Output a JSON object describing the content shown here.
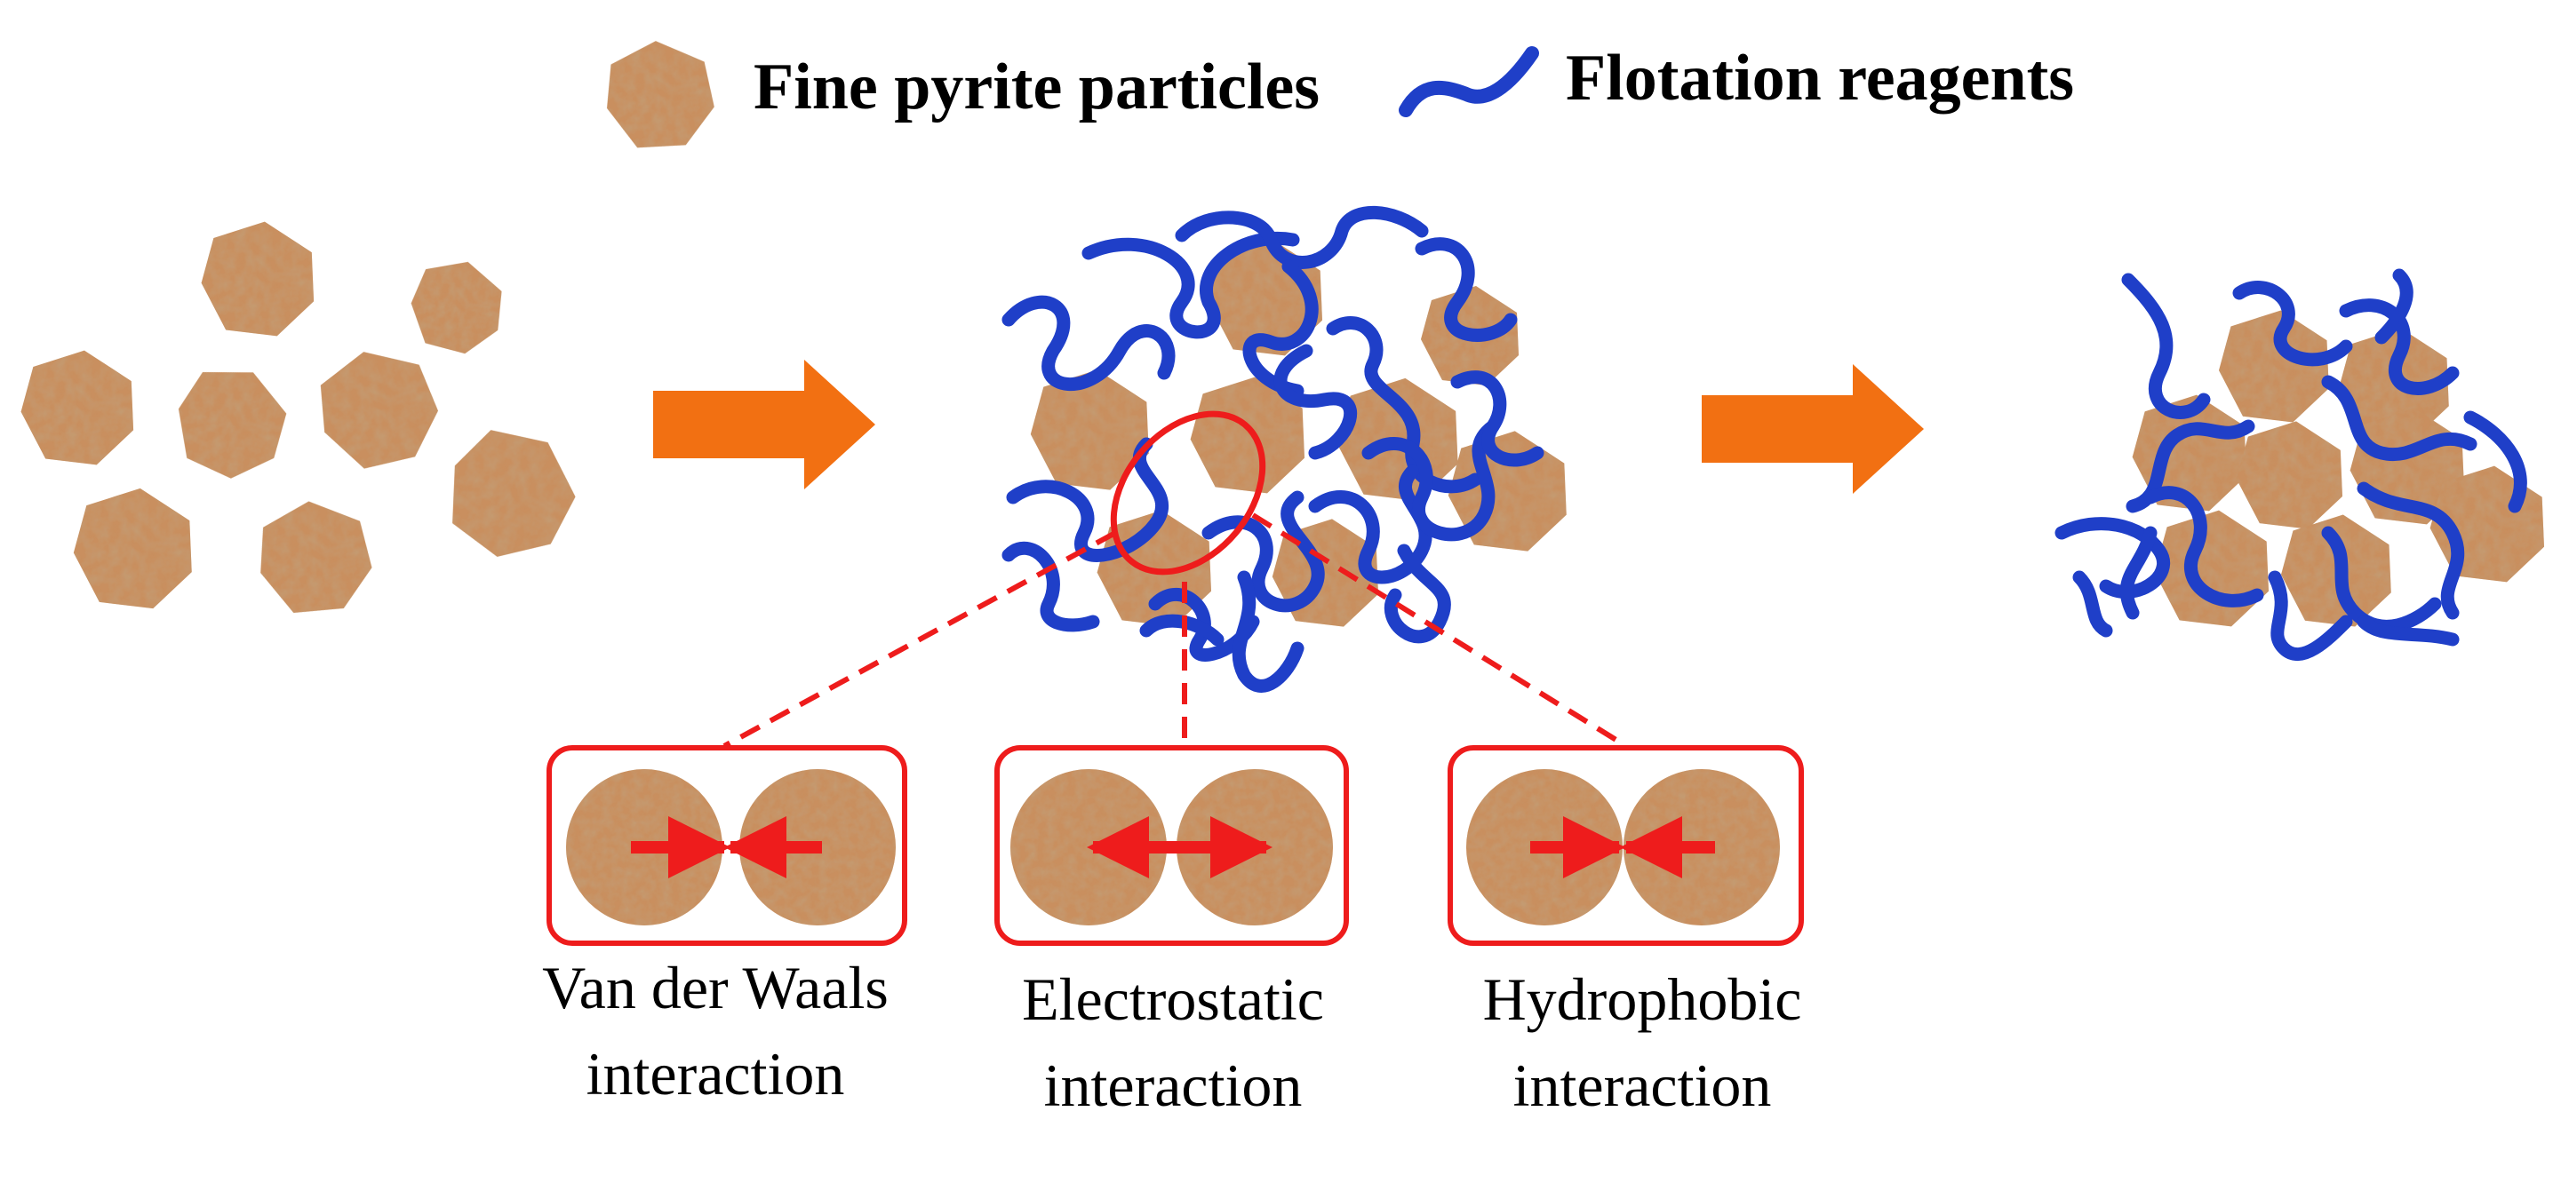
{
  "legend": {
    "particle_label": "Fine pyrite particles",
    "reagent_label": "Flotation reagents"
  },
  "interactions": [
    {
      "line1": "Van der Waals",
      "line2": "interaction",
      "force": "attraction"
    },
    {
      "line1": "Electrostatic",
      "line2": "interaction",
      "force": "repulsion"
    },
    {
      "line1": "Hydrophobic",
      "line2": "interaction",
      "force": "attraction"
    }
  ],
  "colors": {
    "particle": "#c98f5e",
    "particle_dark": "#8a5530",
    "reagent": "#1f3fc8",
    "process_arrow": "#f27012",
    "highlight": "#ee1c1c"
  }
}
